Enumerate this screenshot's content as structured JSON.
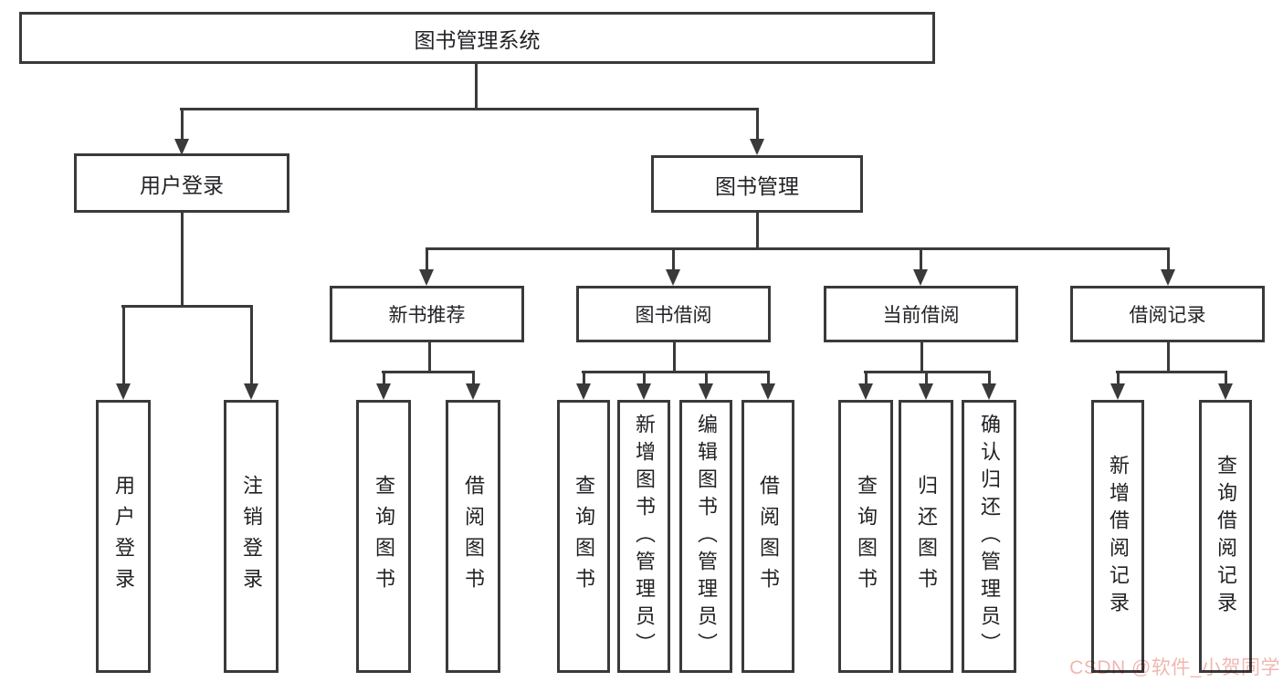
{
  "diagram": {
    "title": "图书管理系统",
    "root": "图书管理系统",
    "level1": {
      "login": "用户登录",
      "management": "图书管理"
    },
    "level2": {
      "new_books": "新书推荐",
      "book_borrow": "图书借阅",
      "current_borrow": "当前借阅",
      "borrow_records": "借阅记录"
    },
    "leaves": {
      "login": [
        "用户登录",
        "注销登录"
      ],
      "new_books": [
        "查询图书",
        "借阅图书"
      ],
      "book_borrow": [
        "查询图书",
        "新增图书（管理员）",
        "编辑图书（管理员）",
        "借阅图书"
      ],
      "current_borrow": [
        "查询图书",
        "归还图书",
        "确认归还（管理员）"
      ],
      "borrow_records": [
        "新增借阅记录",
        "查询借阅记录"
      ]
    }
  },
  "watermark": "CSDN @软件_小贺同学",
  "colors": {
    "line": "#3a3a3c",
    "text": "#222226",
    "background": "#ffffff",
    "watermark": "#f0b7b1"
  }
}
